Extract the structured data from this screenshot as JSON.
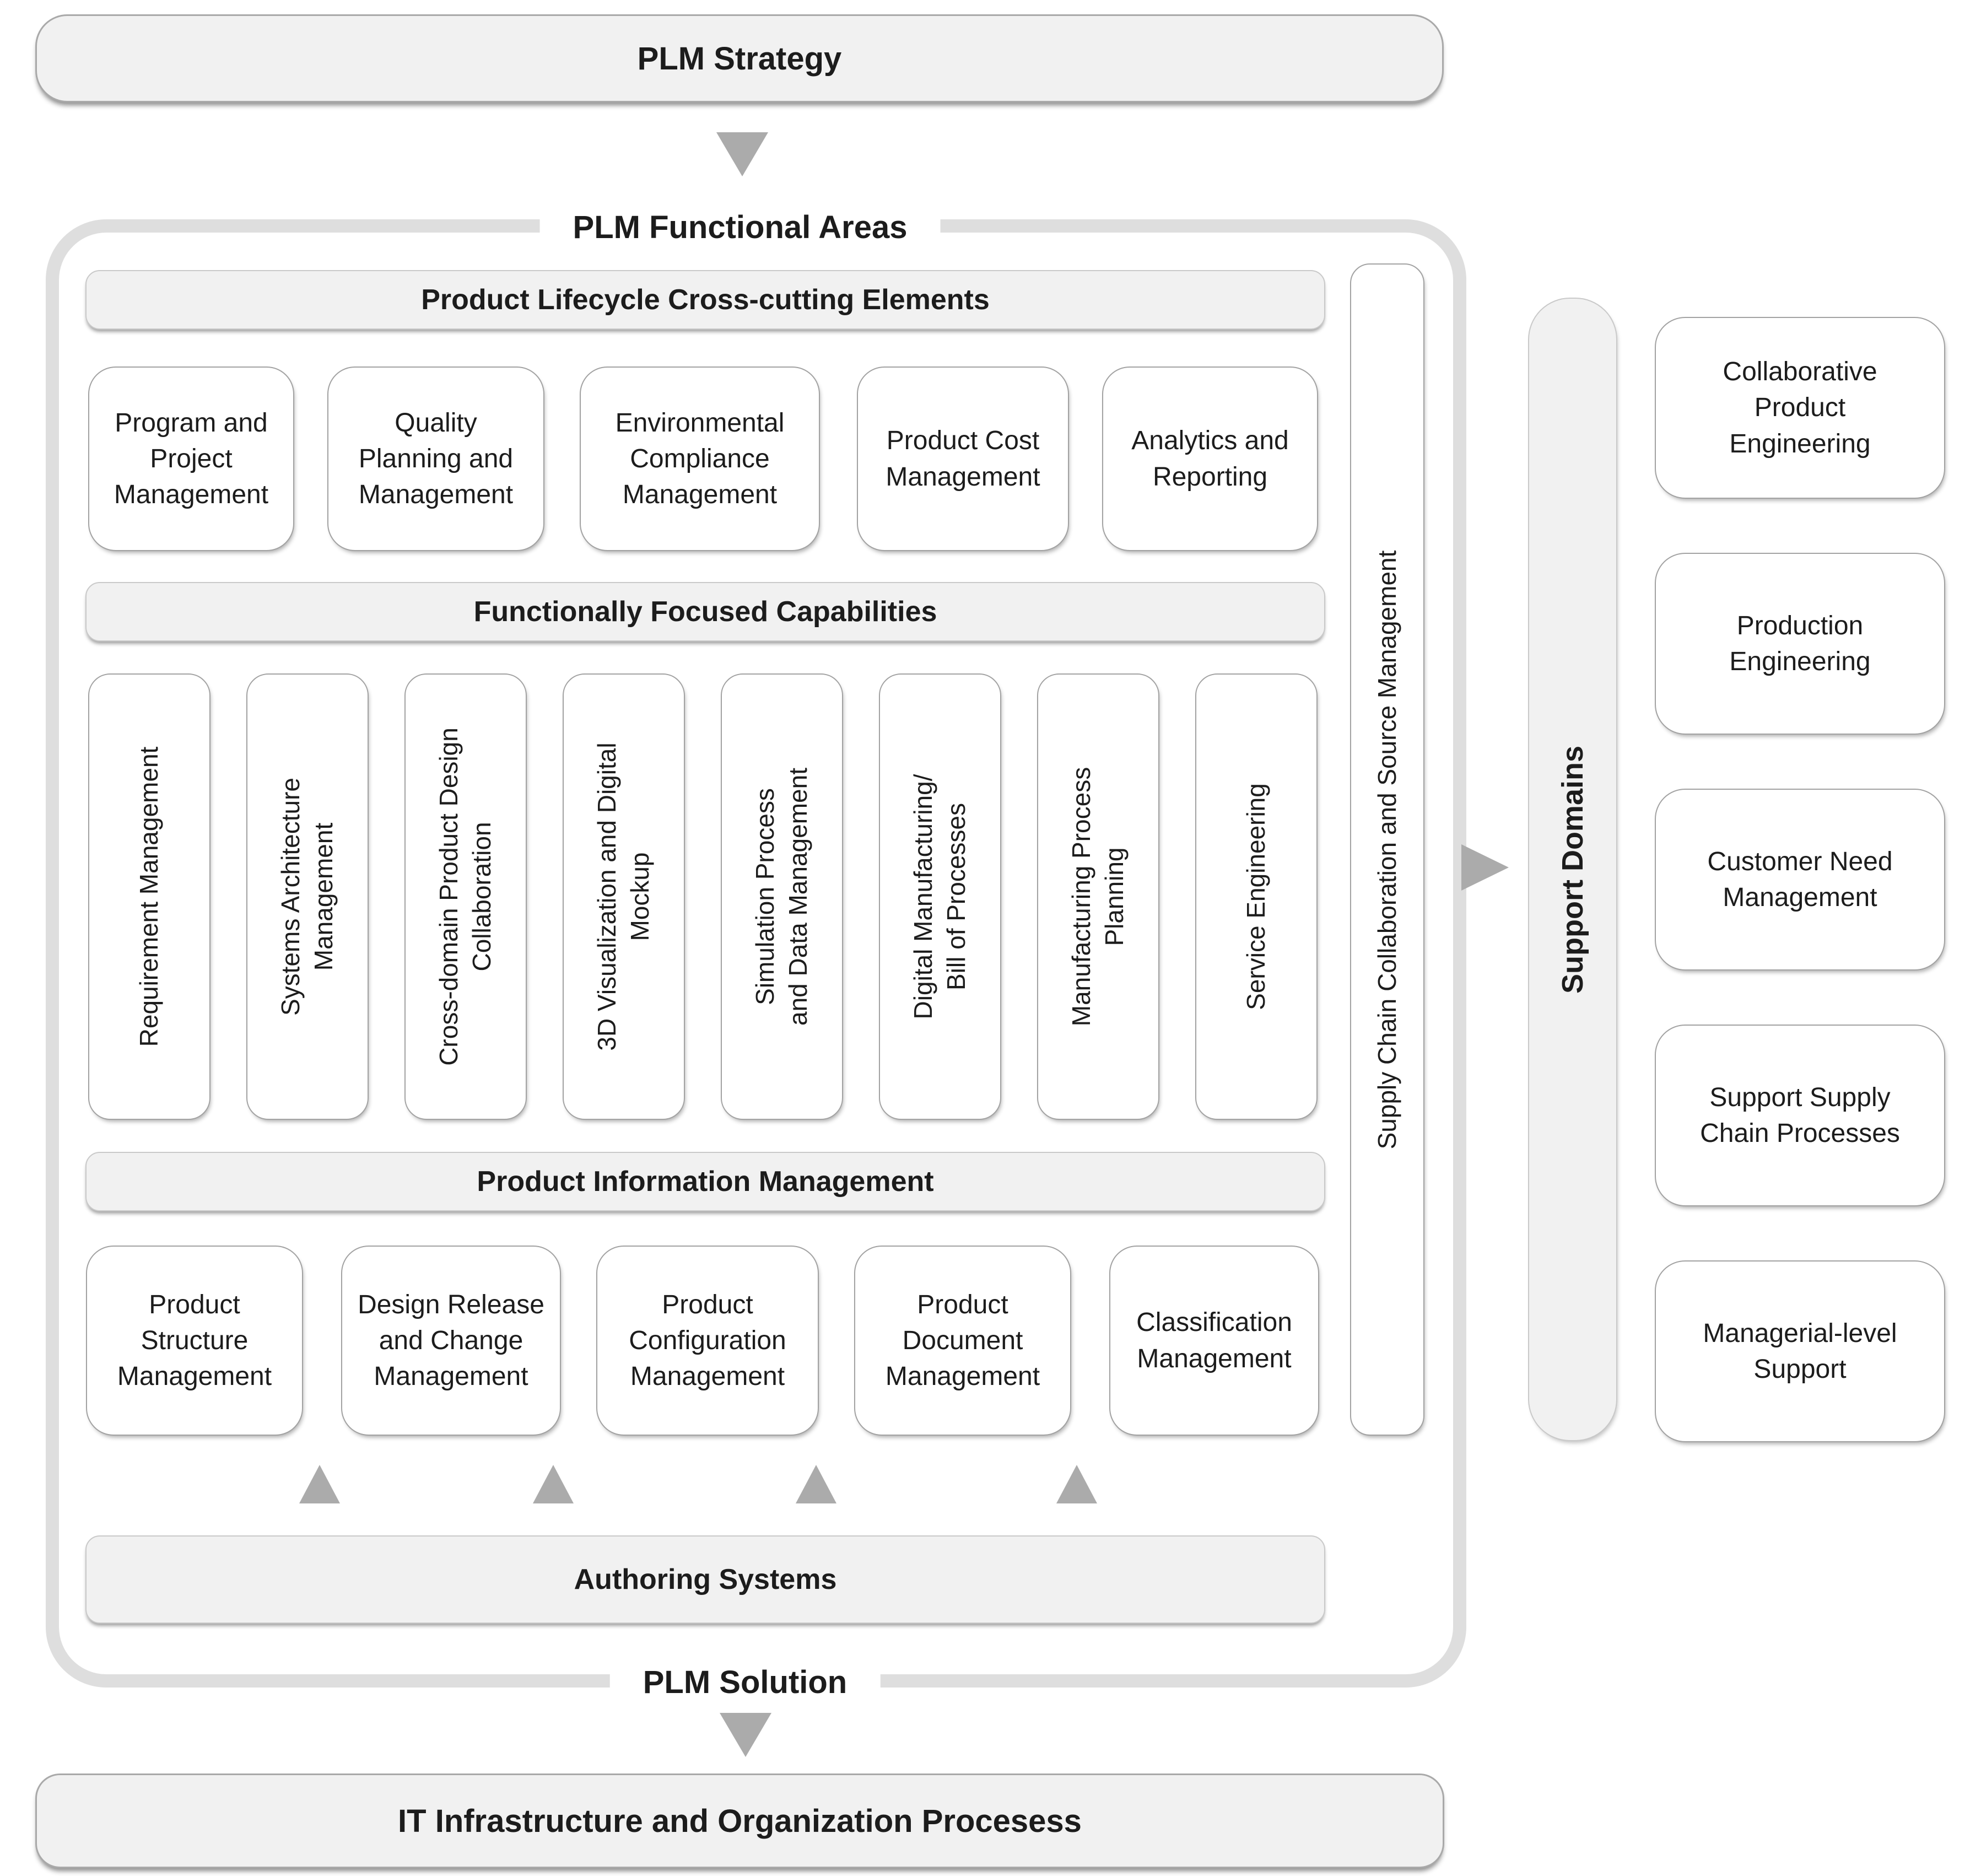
{
  "strategy": {
    "label": "PLM Strategy"
  },
  "functional": {
    "title": "PLM Functional Areas",
    "footer_label": "PLM Solution",
    "cross_cutting": {
      "header": "Product Lifecycle Cross-cutting Elements",
      "items": [
        "Program and\nProject\nManagement",
        "Quality\nPlanning and\nManagement",
        "Environmental\nCompliance\nManagement",
        "Product Cost\nManagement",
        "Analytics and\nReporting"
      ]
    },
    "capabilities": {
      "header": "Functionally Focused Capabilities",
      "items": [
        "Requirement Management",
        "Systems Architecture\nManagement",
        "Cross-domain Product Design\nCollaboration",
        "3D Visualization and Digital\nMockup",
        "Simulation Process\nand Data Management",
        "Digital Manufacturing/\nBill of Processes",
        "Manufacturing Process\nPlanning",
        "Service Engineering"
      ]
    },
    "supply_chain_label": "Supply Chain Collaboration and Source Management",
    "information": {
      "header": "Product Information Management",
      "items": [
        "Product\nStructure\nManagement",
        "Design Release\nand Change\nManagement",
        "Product\nConfiguration\nManagement",
        "Product\nDocument\nManagement",
        "Classification\nManagement"
      ]
    },
    "authoring_label": "Authoring Systems"
  },
  "infrastructure": {
    "label": "IT Infrastructure and Organization Procesess"
  },
  "support": {
    "title": "Support Domains",
    "items": [
      "Collaborative\nProduct\nEngineering",
      "Production\nEngineering",
      "Customer Need\nManagement",
      "Support Supply\nChain Processes",
      "Managerial-level\nSupport"
    ]
  },
  "colors": {
    "box_fill": "#ffffff",
    "bar_fill": "#f1f1f1",
    "box_border": "#a2a2a2",
    "bar_border": "#c9c9c9",
    "container_border": "#dedede",
    "arrow": "#ababab",
    "text": "#1c1c1c"
  }
}
